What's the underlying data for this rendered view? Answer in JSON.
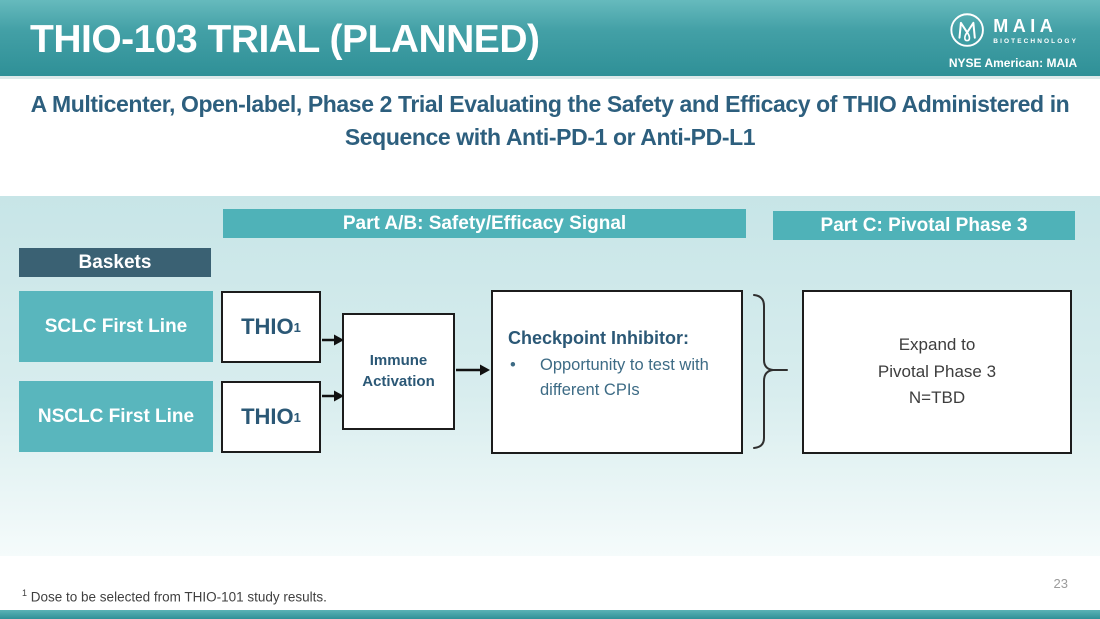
{
  "slide": {
    "header": {
      "title": "THIO-103 TRIAL (PLANNED)",
      "logo_name": "MAIA",
      "logo_sub": "BIOTECHNOLOGY",
      "ticker": "NYSE American: MAIA"
    },
    "subtitle": "A Multicenter, Open-label, Phase 2 Trial Evaluating the Safety and Efficacy of THIO Administered in Sequence with Anti-PD-1 or Anti-PD-L1",
    "diagram": {
      "part_ab": "Part A/B: Safety/Efficacy Signal",
      "part_c": "Part C: Pivotal Phase 3",
      "baskets_header": "Baskets",
      "baskets": [
        {
          "label": "SCLC First Line",
          "treatment": "THIO",
          "treatment_sup": "1"
        },
        {
          "label": "NSCLC First Line",
          "treatment": "THIO",
          "treatment_sup": "1"
        }
      ],
      "immune_label": "Immune Activation",
      "checkpoint_title": "Checkpoint Inhibitor:",
      "checkpoint_bullet_marker": "•",
      "checkpoint_bullet": "Opportunity to test with different CPIs",
      "expand_lines": [
        "Expand to",
        "Pivotal Phase 3",
        "N=TBD"
      ]
    },
    "footer": {
      "footnote_sup": "1",
      "footnote_text": " Dose to be selected from THIO-101 study results.",
      "page_number": "23"
    },
    "colors": {
      "header_teal_top": "#66babd",
      "header_teal_bottom": "#2f9097",
      "banner_teal": "#4fb2b8",
      "basket_teal": "#59b6bd",
      "dark_slate": "#3a6173",
      "heading_blue": "#2b5876",
      "body_blue": "#3d6b85",
      "diagram_bg_top": "#c7e5e7",
      "diagram_bg_bottom": "#f5fbfb"
    }
  }
}
